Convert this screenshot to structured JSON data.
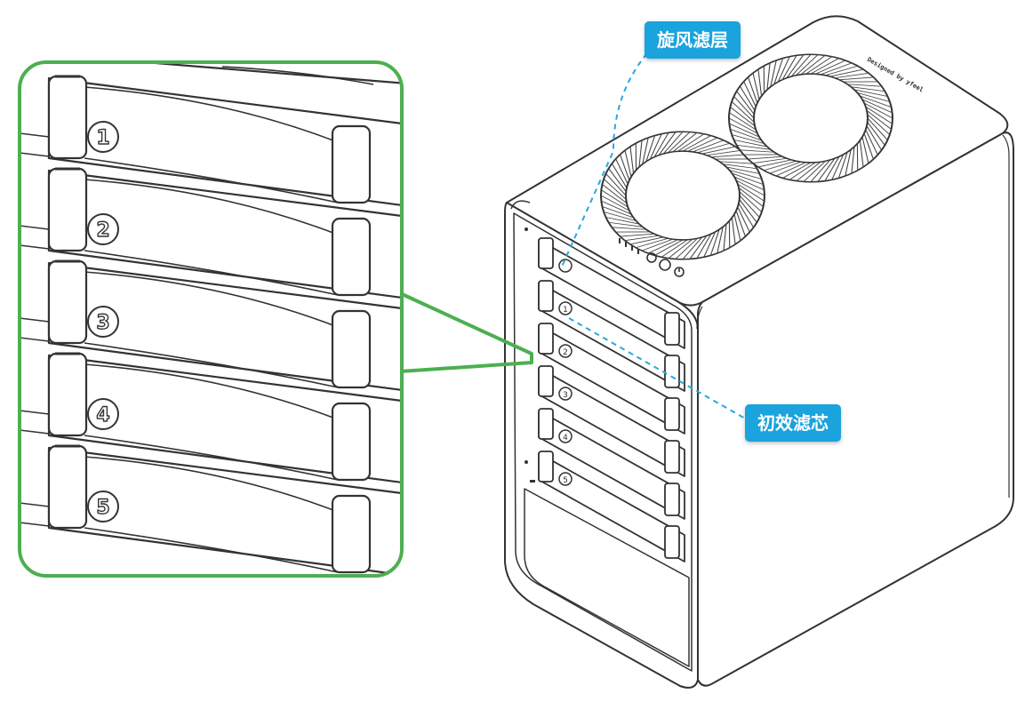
{
  "callouts": {
    "cyclone_filter_label": "旋风滤层",
    "primary_filter_label": "初效滤芯"
  },
  "device": {
    "brand_text": "Designed by yfeel"
  },
  "drawer_numbers": [
    "1",
    "2",
    "3",
    "4",
    "5"
  ],
  "colors": {
    "callout_bg": "#1aa3dd",
    "leader_line": "#2aa7de",
    "zoom_frame": "#4caf50",
    "line_art": "#333333"
  },
  "icons": [
    "fan-grille-icon",
    "status-led-icon",
    "power-button-icon"
  ]
}
